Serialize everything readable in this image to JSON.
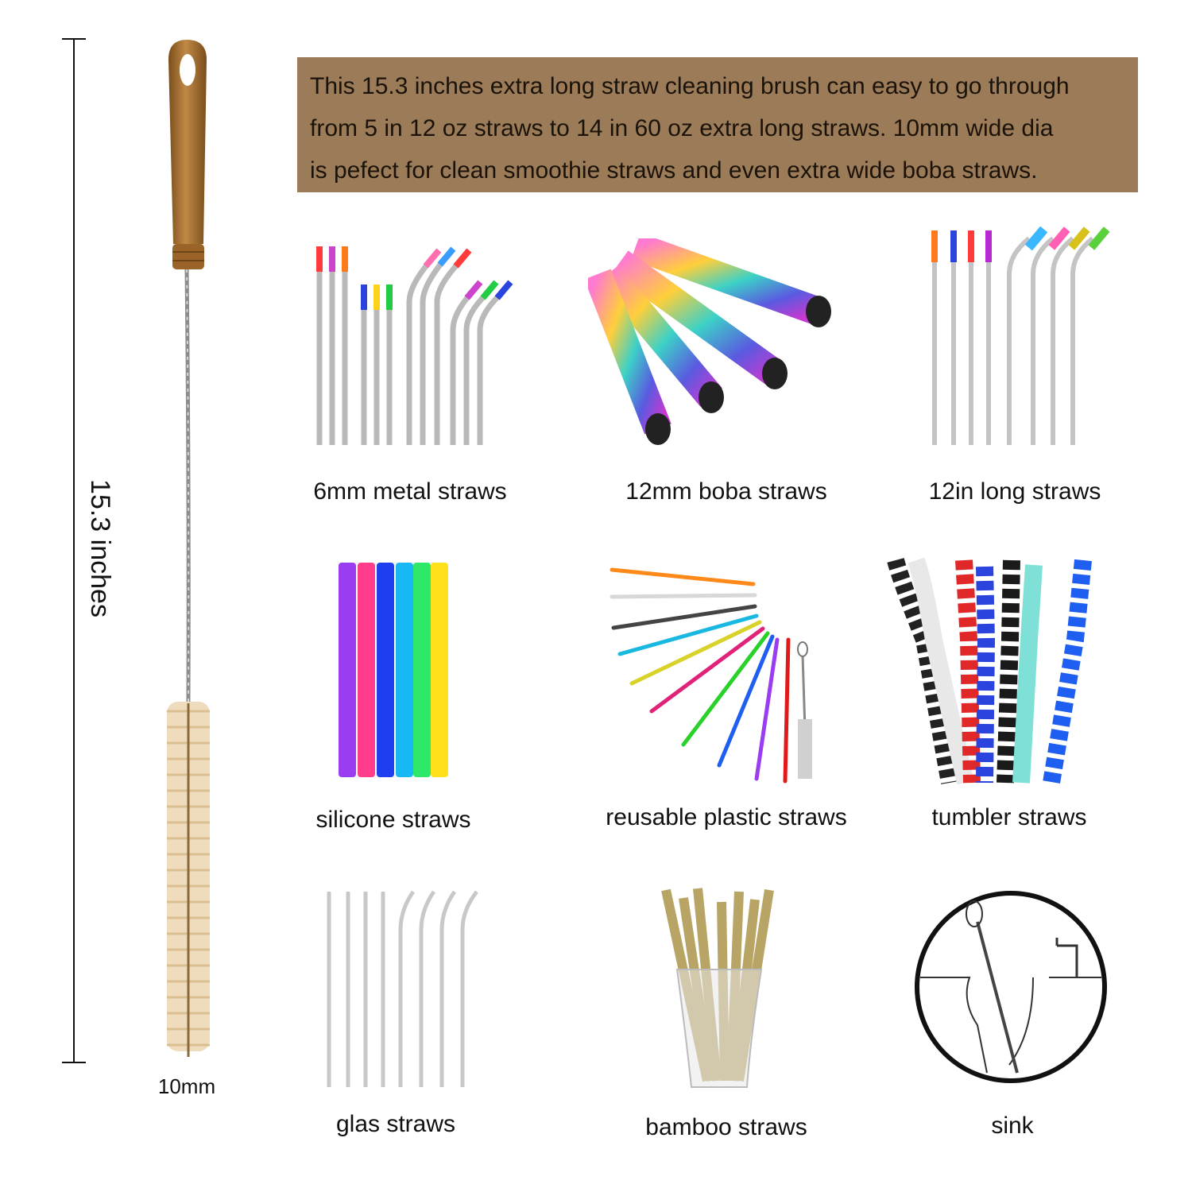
{
  "banner": {
    "line1": "This 15.3 inches extra long straw cleaning brush can easy to go through",
    "line2": "from 5 in 12 oz straws to 14 in 60 oz extra long straws. 10mm wide dia",
    "line3": "is pefect for clean smoothie straws and even extra wide boba straws."
  },
  "brush": {
    "length_label": "15.3 inches",
    "width_label": "10mm"
  },
  "straws": [
    {
      "label": "6mm metal straws",
      "icon": "metal-straws-icon"
    },
    {
      "label": "12mm boba straws",
      "icon": "boba-straws-icon"
    },
    {
      "label": "12in long straws",
      "icon": "long-straws-icon"
    },
    {
      "label": "silicone straws",
      "icon": "silicone-straws-icon"
    },
    {
      "label": "reusable plastic straws",
      "icon": "plastic-straws-icon"
    },
    {
      "label": "tumbler straws",
      "icon": "tumbler-straws-icon"
    },
    {
      "label": "glas straws",
      "icon": "glass-straws-icon"
    },
    {
      "label": "bamboo straws",
      "icon": "bamboo-straws-icon"
    },
    {
      "label": "sink",
      "icon": "sink-icon"
    }
  ],
  "colors": {
    "banner_bg": "#9b7b58",
    "handle": "#a8712f",
    "bristles": "#efdcbc"
  }
}
